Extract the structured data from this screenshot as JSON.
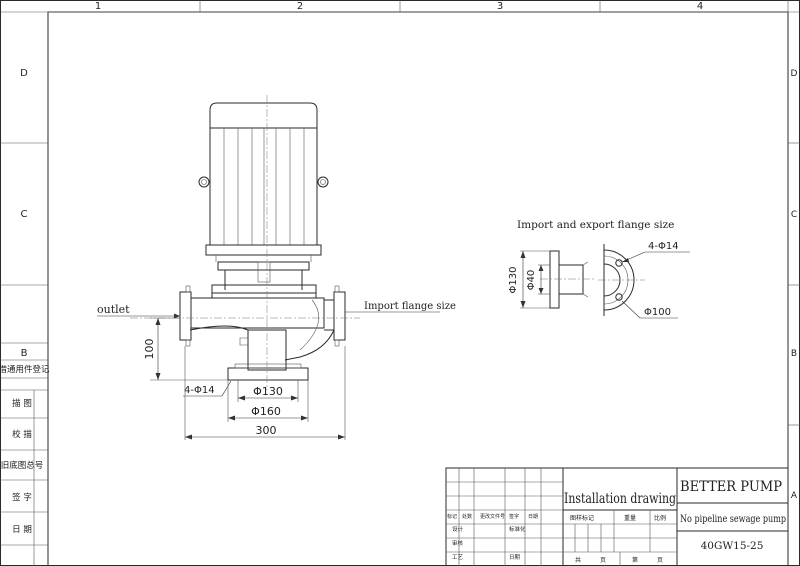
{
  "frame": {
    "col_labels": [
      "1",
      "2",
      "3",
      "4"
    ],
    "row_labels": [
      "D",
      "C",
      "B",
      "A"
    ]
  },
  "side_panel": {
    "rows": [
      "借通用件登记",
      "描 图",
      "校 描",
      "旧底图总号",
      "签 字",
      "日 期"
    ]
  },
  "front_view": {
    "outlet_label": "outlet",
    "flange_label": "Import flange size",
    "dim_height": "100",
    "dim_holes": "4-Φ14",
    "dim_d130": "Φ130",
    "dim_d160": "Φ160",
    "dim_width": "300"
  },
  "flange_view": {
    "title": "Import and export flange size",
    "dim_d130": "Φ130",
    "dim_d40": "Φ40",
    "dim_holes": "4-Φ14",
    "dim_d100": "Φ100"
  },
  "title_block": {
    "drawing_type": "Installation drawing",
    "company": "BETTER PUMP",
    "product": "No pipeline sewage pump",
    "model": "40GW15-25",
    "small_labels": {
      "row1": [
        "标记",
        "处数",
        "更改文件号",
        "签字",
        "日期"
      ],
      "design": "设计",
      "standard": "标准化",
      "stage": "图样标记",
      "weight": "重量",
      "scale": "比例",
      "review": "审核",
      "process": "工艺",
      "date": "日期",
      "total": "共",
      "sheet_unit": "页",
      "sheet": "第",
      "sheet_unit2": "页"
    }
  }
}
